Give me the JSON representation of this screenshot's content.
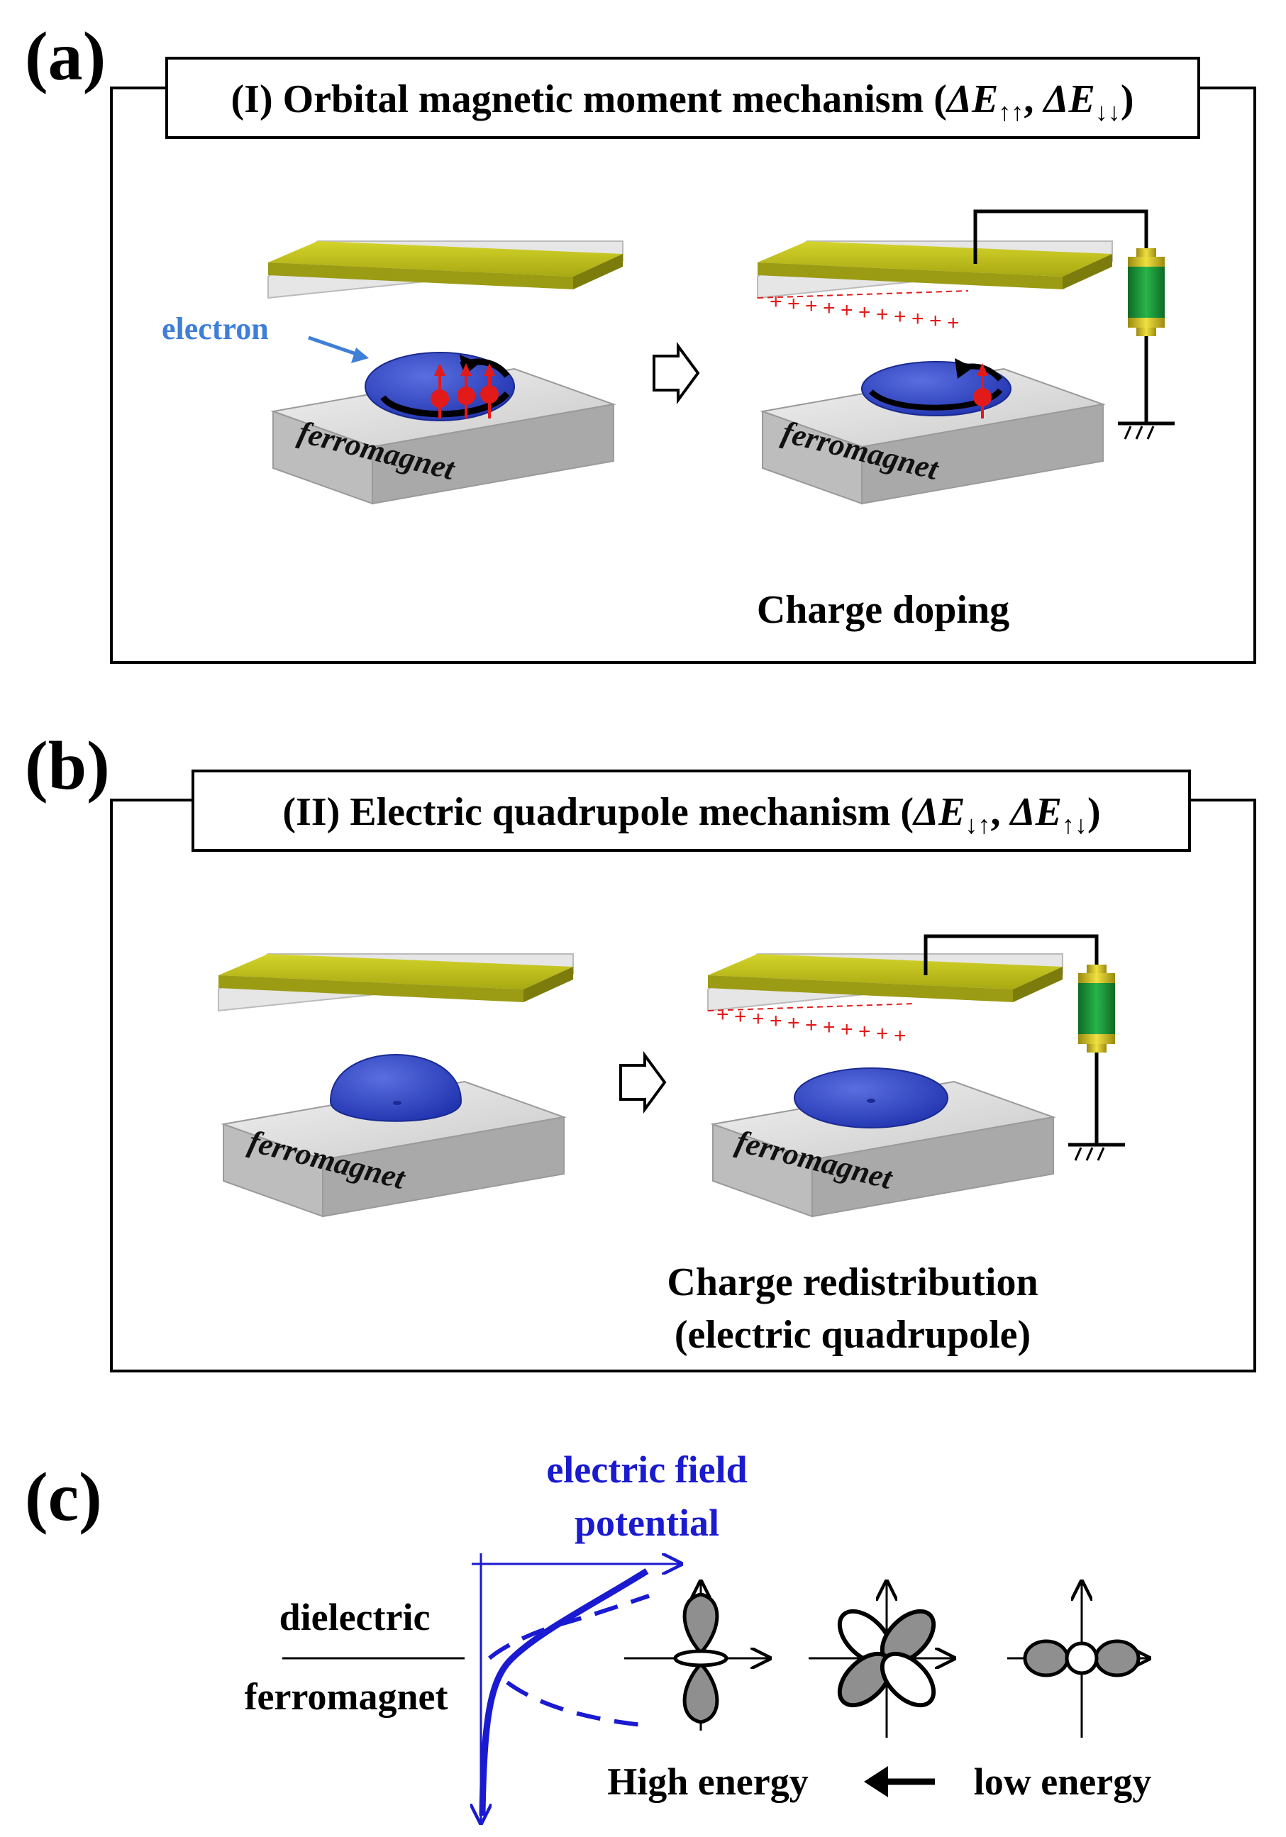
{
  "panel_a": {
    "letter": "(a)",
    "title_main": "(I) Orbital magnetic moment mechanism (",
    "title_sym1": "ΔE",
    "title_sub1": "↑↑",
    "title_sep": ", ",
    "title_sym2": "ΔE",
    "title_sub2": "↓↓",
    "title_end": ")",
    "electron_label": "electron",
    "ferromagnet_left": "ferromagnet",
    "ferromagnet_right": "ferromagnet",
    "caption": "Charge doping"
  },
  "panel_b": {
    "letter": "(b)",
    "title_main": "(II) Electric quadrupole mechanism  (",
    "title_sym1": "ΔE",
    "title_sub1": "↓↑",
    "title_sep": ", ",
    "title_sym2": "ΔE",
    "title_sub2": "↑↓",
    "title_end": ")",
    "ferromagnet_left": "ferromagnet",
    "ferromagnet_right": "ferromagnet",
    "caption_line1": "Charge redistribution",
    "caption_line2": "(electric quadrupole)"
  },
  "panel_c": {
    "letter": "(c)",
    "field_label_line1": "electric field",
    "field_label_line2": "potential",
    "dielectric_label": "dielectric",
    "ferromagnet_label": "ferromagnet",
    "high_energy_label": "High energy",
    "low_energy_label": "low energy"
  },
  "colors": {
    "gold_top": "#c8c81e",
    "gold_side": "#8a8a10",
    "blue_drop": "#3b4fc8",
    "field_blue": "#1a1ad0",
    "charge_red": "#e21a1a",
    "battery_green": "#1f9a3a"
  }
}
